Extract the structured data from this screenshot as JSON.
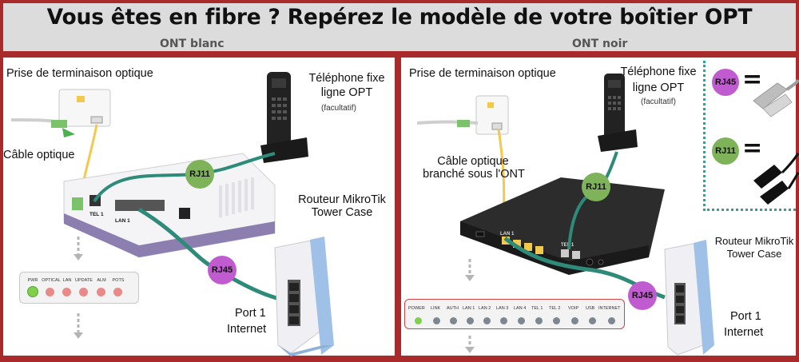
{
  "header": {
    "title": "Vous êtes en fibre ? Repérez le modèle de votre boîtier OPT",
    "left_column": "ONT blanc",
    "right_column": "ONT noir"
  },
  "left": {
    "optical_outlet": "Prise de terminaison optique",
    "optical_cable": "Câble optique",
    "phone_line1": "Téléphone fixe",
    "phone_line2": "ligne OPT",
    "optional": "(facultatif)",
    "rj11": "RJ11",
    "rj45": "RJ45",
    "router_line1": "Routeur MikroTik",
    "router_line2": "Tower Case",
    "port_line1": "Port 1",
    "port_line2": "Internet",
    "port_tel": "TEL 1",
    "port_lan": "LAN 1",
    "leds": [
      "PWR",
      "OPTICAL",
      "LAN",
      "UPDATE",
      "ALM",
      "POTS"
    ]
  },
  "right": {
    "optical_outlet": "Prise de terminaison optique",
    "optical_cable_line1": "Câble optique",
    "optical_cable_line2": "branché sous l'ONT",
    "phone_line1": "Téléphone fixe",
    "phone_line2": "ligne OPT",
    "optional": "(facultatif)",
    "rj11": "RJ11",
    "rj45": "RJ45",
    "router_line1": "Routeur MikroTik",
    "router_line2": "Tower Case",
    "port_line1": "Port 1",
    "port_line2": "Internet",
    "port_lan": "LAN 1",
    "port_tel": "TEL 1",
    "leds": [
      "POWER",
      "LINK",
      "AUTH",
      "LAN 1",
      "LAN 2",
      "LAN 3",
      "LAN 4",
      "TEL 1",
      "TEL 2",
      "VOIP",
      "USB",
      "INTERNET"
    ],
    "legend_rj45": "RJ45",
    "legend_rj11": "RJ11",
    "legend_equals": "="
  },
  "colors": {
    "frame": "#a82a2a",
    "cable_green": "#2e8b7a",
    "fiber_yellow": "#f2c94c",
    "rj11_badge": "#7fb35a",
    "rj45_badge": "#c05bd0",
    "led_green": "#7fd04a",
    "led_red": "#e88a8a",
    "led_grey": "#7d8791"
  }
}
